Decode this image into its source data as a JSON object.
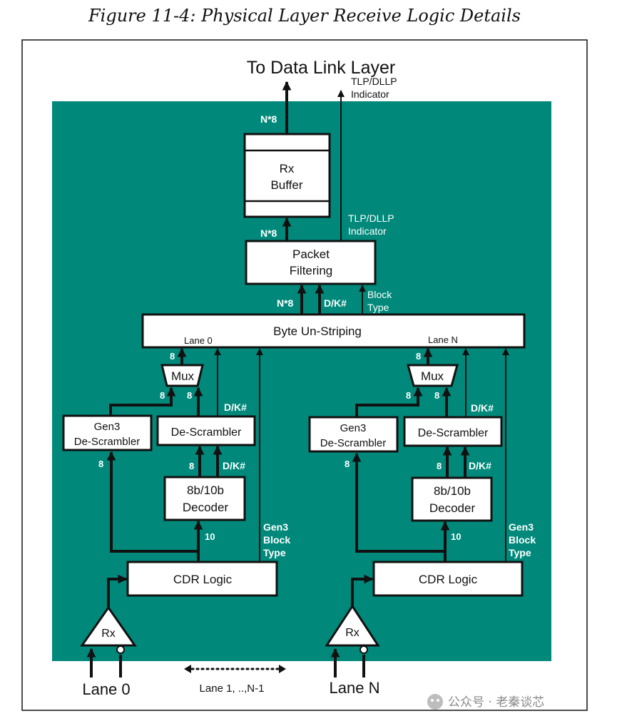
{
  "caption": "Figure 11-4: Physical Layer Receive Logic Details",
  "colors": {
    "teal": "#00897b",
    "ink": "#111111",
    "paper": "#ffffff"
  },
  "top": {
    "to_dll": "To Data Link Layer",
    "tlp_indicator": [
      "TLP/DLLP",
      "Indicator"
    ],
    "nx8_top": "N*8"
  },
  "rx_buffer": [
    "Rx",
    "Buffer"
  ],
  "rx_out": {
    "nx8": "N*8",
    "tlp_indicator": [
      "TLP/DLLP",
      "Indicator"
    ]
  },
  "packet_filtering": [
    "Packet",
    "Filtering"
  ],
  "pf_in": {
    "nx8": "N*8",
    "dk": "D/K#",
    "block_type": [
      "Block",
      "Type"
    ]
  },
  "unstriping": {
    "label": "Byte Un-Striping",
    "lane0": "Lane 0",
    "laneN": "Lane N"
  },
  "lane_left": {
    "mux": "Mux",
    "mux_out": "8",
    "mux_in_a": "8",
    "mux_in_b": "8",
    "dk_upper": "D/K#",
    "gen3": [
      "Gen3",
      "De-Scrambler"
    ],
    "gen3_out": "8",
    "descrambler": "De-Scrambler",
    "dec_out": "8",
    "dk_lower": "D/K#",
    "decoder": [
      "8b/10b",
      "Decoder"
    ],
    "ten": "10",
    "gen3_block": [
      "Gen3",
      "Block",
      "Type"
    ],
    "cdr": "CDR Logic",
    "rx": "Rx",
    "lane": "Lane 0"
  },
  "lane_right": {
    "mux": "Mux",
    "mux_out": "8",
    "mux_in_a": "8",
    "mux_in_b": "8",
    "dk_upper": "D/K#",
    "gen3": [
      "Gen3",
      "De-Scrambler"
    ],
    "gen3_out": "8",
    "descrambler": "De-Scrambler",
    "dec_out": "8",
    "dk_lower": "D/K#",
    "decoder": [
      "8b/10b",
      "Decoder"
    ],
    "ten": "10",
    "gen3_block": [
      "Gen3",
      "Block",
      "Type"
    ],
    "cdr": "CDR Logic",
    "rx": "Rx",
    "lane": "Lane N"
  },
  "middle_lanes": "Lane 1, ..,N-1",
  "watermark": "公众号 · 老秦谈芯"
}
